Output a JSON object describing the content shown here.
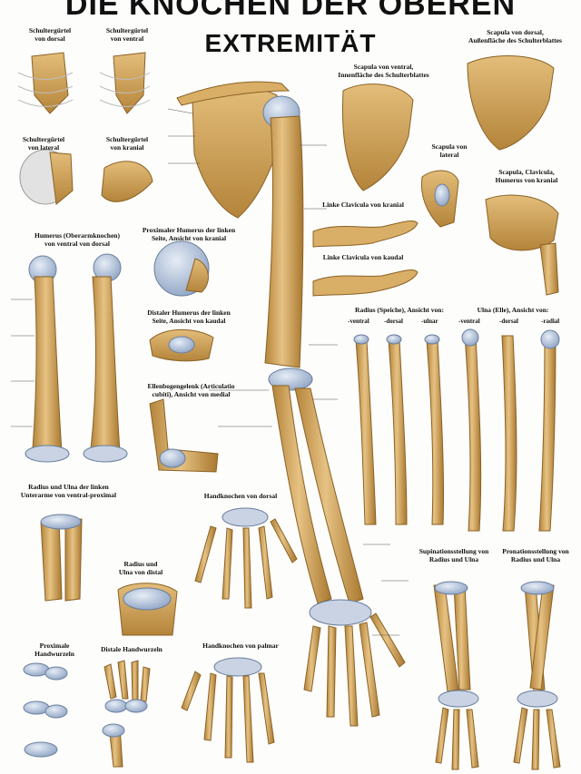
{
  "poster": {
    "title_line1": "DIE KNOCHEN DER OBEREN",
    "title_line2": "EXTREMITÄT"
  },
  "captions": {
    "schultergurtel_dorsal": "Schultergürtel\nvon dorsal",
    "schultergurtel_ventral": "Schultergürtel\nvon ventral",
    "schultergurtel_lateral": "Schultergürtel\nvon lateral",
    "schultergurtel_kranial": "Schultergürtel\nvon kranial",
    "scapula_ventral": "Scapula von ventral,\nInnenfläche des Schulterblattes",
    "scapula_dorsal": "Scapula von dorsal,\nAußenfläche des Schulterblattes",
    "scapula_lateral": "Scapula von\nlateral",
    "scapula_clavicula": "Scapula, Clavicula,\nHumerus von kranial",
    "clavicula_kranial": "Linke Clavicula von kranial",
    "clavicula_kaudal": "Linke Clavicula von kaudal",
    "humerus": "Humerus (Oberarmknochen)\nvon ventral        von dorsal",
    "proximaler_humerus": "Proximaler Humerus der linken\nSeite, Ansicht von kranial",
    "distaler_humerus": "Distaler Humerus der linken\nSeite, Ansicht von kaudal",
    "ellenbogengelenk": "Ellenbogengelenk (Articulatio\ncubiti), Ansicht von medial",
    "radius_heading": "Radius (Speiche), Ansicht von:",
    "ulna_heading": "Ulna (Elle), Ansicht von:",
    "radius_ulna_ventral": "Radius und Ulna der linken\nUnterarme von ventral-proximal",
    "radius_ulna_distal": "Radius und\nUlna von distal",
    "handknochen_dorsal": "Handknochen von dorsal",
    "handknochen_palmar": "Handknochen von palmar",
    "proximale_handwurzeln": "Proximale\nHandwurzeln",
    "distale_handwurzeln": "Distale Handwurzeln",
    "supination": "Supinationsstellung von\nRadius und Ulna",
    "pronation": "Pronationsstellung von\nRadius und Ulna"
  },
  "view_labels": {
    "radius": [
      "-ventral",
      "-dorsal",
      "-ulnar"
    ],
    "ulna": [
      "-ventral",
      "-dorsal",
      "-radial"
    ]
  },
  "colors": {
    "bone": "#d8ad62",
    "bone_dark": "#a9782f",
    "cartilage": "#aebfd8",
    "ribs": "#d9d9d9",
    "leader": "#333333"
  }
}
